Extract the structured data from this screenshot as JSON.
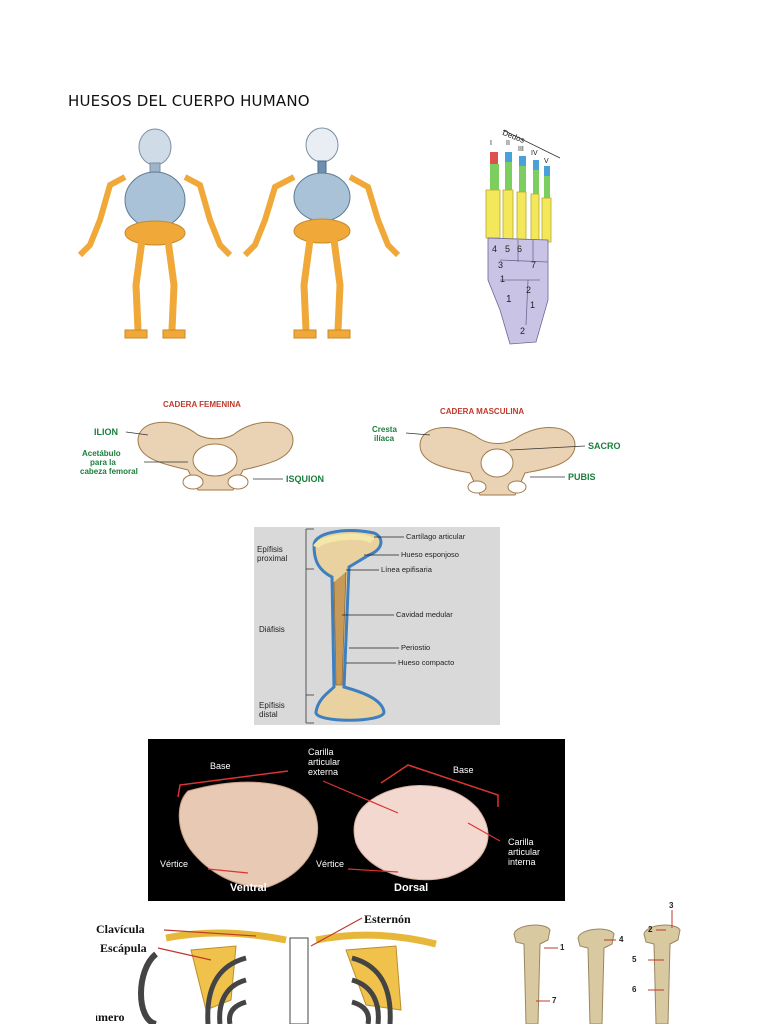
{
  "document": {
    "title": "HUESOS DEL CUERPO HUMANO"
  },
  "foot": {
    "toes_label": "Dedos",
    "roman": [
      "I",
      "II",
      "III",
      "IV",
      "V"
    ],
    "numbers": [
      "4",
      "5",
      "6",
      "7",
      "3",
      "1",
      "2",
      "1",
      "1",
      "2"
    ]
  },
  "pelvis_female": {
    "heading": "CADERA FEMENINA",
    "labels": {
      "ilion": "ILION",
      "acetabulo_1": "Acetábulo",
      "acetabulo_2": "para la",
      "acetabulo_3": "cabeza femoral",
      "isquion": "ISQUION"
    }
  },
  "pelvis_male": {
    "heading": "CADERA MASCULINA",
    "labels": {
      "cresta_1": "Cresta",
      "cresta_2": "ilíaca",
      "sacro": "SACRO",
      "pubis": "PUBIS"
    }
  },
  "femur": {
    "left": {
      "epi_prox_1": "Epífisis",
      "epi_prox_2": "proximal",
      "diafisis": "Diáfisis",
      "epi_dist_1": "Epífisis",
      "epi_dist_2": "distal"
    },
    "right": [
      "Cartílago articular",
      "Hueso esponjoso",
      "Línea epifisaria",
      "Cavidad medular",
      "Periostio",
      "Hueso compacto"
    ]
  },
  "patella": {
    "base_left": "Base",
    "base_right": "Base",
    "carilla_ext": [
      "Carilla",
      "articular",
      "externa"
    ],
    "carilla_int": [
      "Carilla",
      "articular",
      "interna"
    ],
    "vertice_left": "Vértice",
    "vertice_right": "Vértice",
    "ventral": "Ventral",
    "dorsal": "Dorsal"
  },
  "thorax": {
    "clavicula": "Clavícula",
    "escapula": "Escápula",
    "humero": "Húmero",
    "esternon": "Esternón"
  },
  "tibia": {
    "numbers": [
      "1",
      "7",
      "4",
      "2",
      "3",
      "5",
      "6"
    ]
  }
}
